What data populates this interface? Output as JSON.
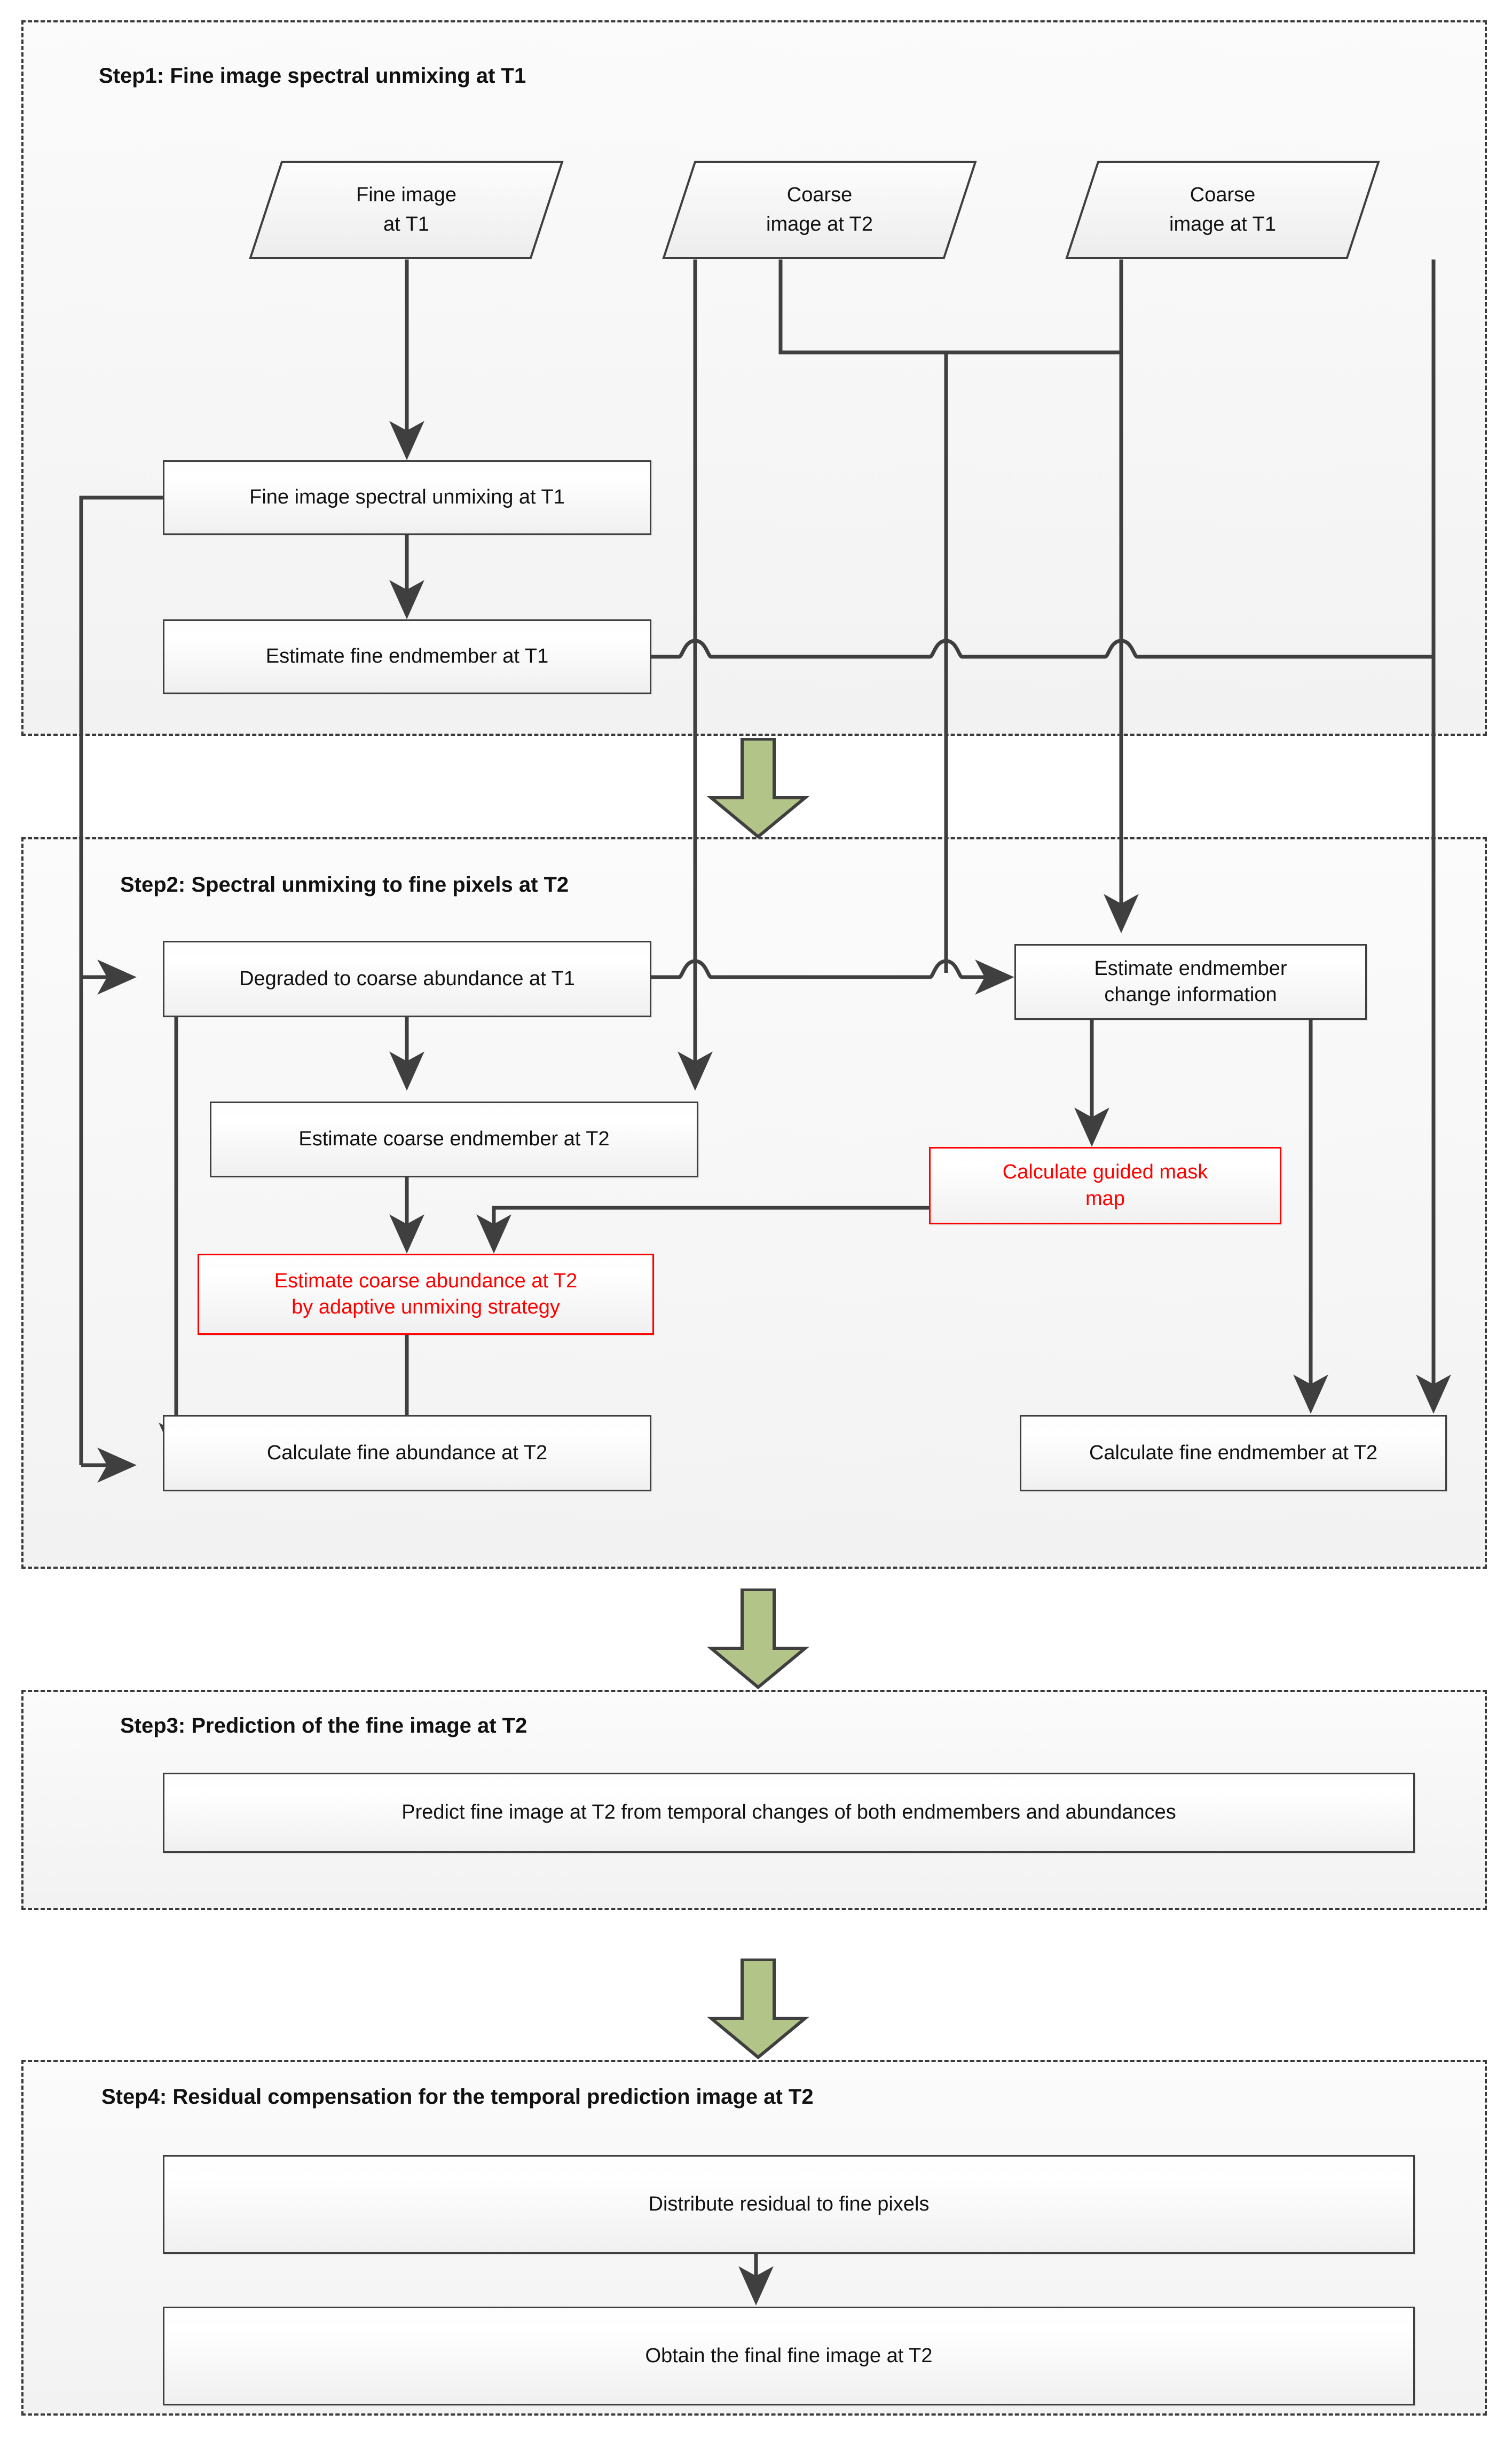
{
  "diagram": {
    "title": "Spatiotemporal fusion workflow flowchart",
    "colors": {
      "line": "#3f3f3f",
      "highlight_red": "#ff0000",
      "green_arrow_fill": "#b3c489",
      "green_arrow_stroke": "#3f3f3f",
      "box_border": "#3f3f3f",
      "container_border": "#3a3a3a"
    },
    "steps": [
      {
        "id": "step1",
        "title": "Step1: Fine image spectral unmixing at T1"
      },
      {
        "id": "step2",
        "title": "Step2: Spectral unmixing to fine pixels at T2"
      },
      {
        "id": "step3",
        "title": "Step3: Prediction of the  fine image at T2"
      },
      {
        "id": "step4",
        "title": "Step4: Residual compensation for the temporal prediction image at T2"
      }
    ],
    "inputs": [
      {
        "id": "fine-image-t1",
        "label": "Fine image\nat T1"
      },
      {
        "id": "coarse-image-t2",
        "label": "Coarse\nimage at T2"
      },
      {
        "id": "coarse-image-t1",
        "label": "Coarse\nimage at T1"
      }
    ],
    "nodes": [
      {
        "id": "fine-unmix-t1",
        "label": "Fine image spectral unmixing at T1",
        "style": "normal"
      },
      {
        "id": "est-fine-endmember-t1",
        "label": "Estimate fine endmember at T1",
        "style": "normal"
      },
      {
        "id": "degraded-coarse-t1",
        "label": "Degraded to coarse abundance at T1",
        "style": "normal"
      },
      {
        "id": "est-endmember-change",
        "label": "Estimate endmember\nchange information",
        "style": "normal"
      },
      {
        "id": "est-coarse-endmem-t2",
        "label": "Estimate coarse endmember at T2",
        "style": "normal"
      },
      {
        "id": "calc-guided-mask",
        "label": "Calculate guided mask\nmap",
        "style": "red"
      },
      {
        "id": "est-coarse-abund-t2",
        "label": "Estimate coarse abundance at T2\nby adaptive unmixing strategy",
        "style": "red"
      },
      {
        "id": "calc-fine-abund-t2",
        "label": "Calculate fine abundance at T2",
        "style": "normal"
      },
      {
        "id": "calc-fine-endmem-t2",
        "label": "Calculate fine endmember at T2",
        "style": "normal"
      },
      {
        "id": "predict-fine-image",
        "label": "Predict fine image  at T2 from temporal  changes of both endmembers and abundances",
        "style": "normal"
      },
      {
        "id": "distribute-residual",
        "label": "Distribute residual to fine pixels",
        "style": "normal"
      },
      {
        "id": "obtain-final-image",
        "label": "Obtain the final fine image at T2",
        "style": "normal"
      }
    ],
    "green_arrows": [
      {
        "id": "green-arrow-step1-step2",
        "from": "step1",
        "to": "step2"
      },
      {
        "id": "green-arrow-step2-step3",
        "from": "step2",
        "to": "step3"
      },
      {
        "id": "green-arrow-step3-step4",
        "from": "step3",
        "to": "step4"
      }
    ]
  }
}
